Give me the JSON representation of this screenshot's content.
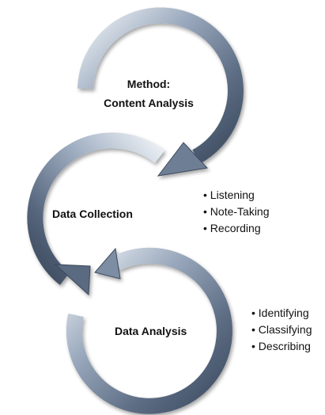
{
  "diagram": {
    "stages": [
      {
        "label_line1": "Method:",
        "label_line2": "Content Analysis"
      },
      {
        "label": "Data Collection",
        "items": [
          "Listening",
          "Note-Taking",
          "Recording"
        ]
      },
      {
        "label": "Data Analysis",
        "items": [
          "Identifying",
          "Classifying",
          "Describing"
        ]
      }
    ],
    "colors": {
      "arrow_dark": "#4a5a70",
      "arrow_mid": "#9aa9bd",
      "arrow_light": "#eef2f6",
      "text": "#111111"
    }
  }
}
